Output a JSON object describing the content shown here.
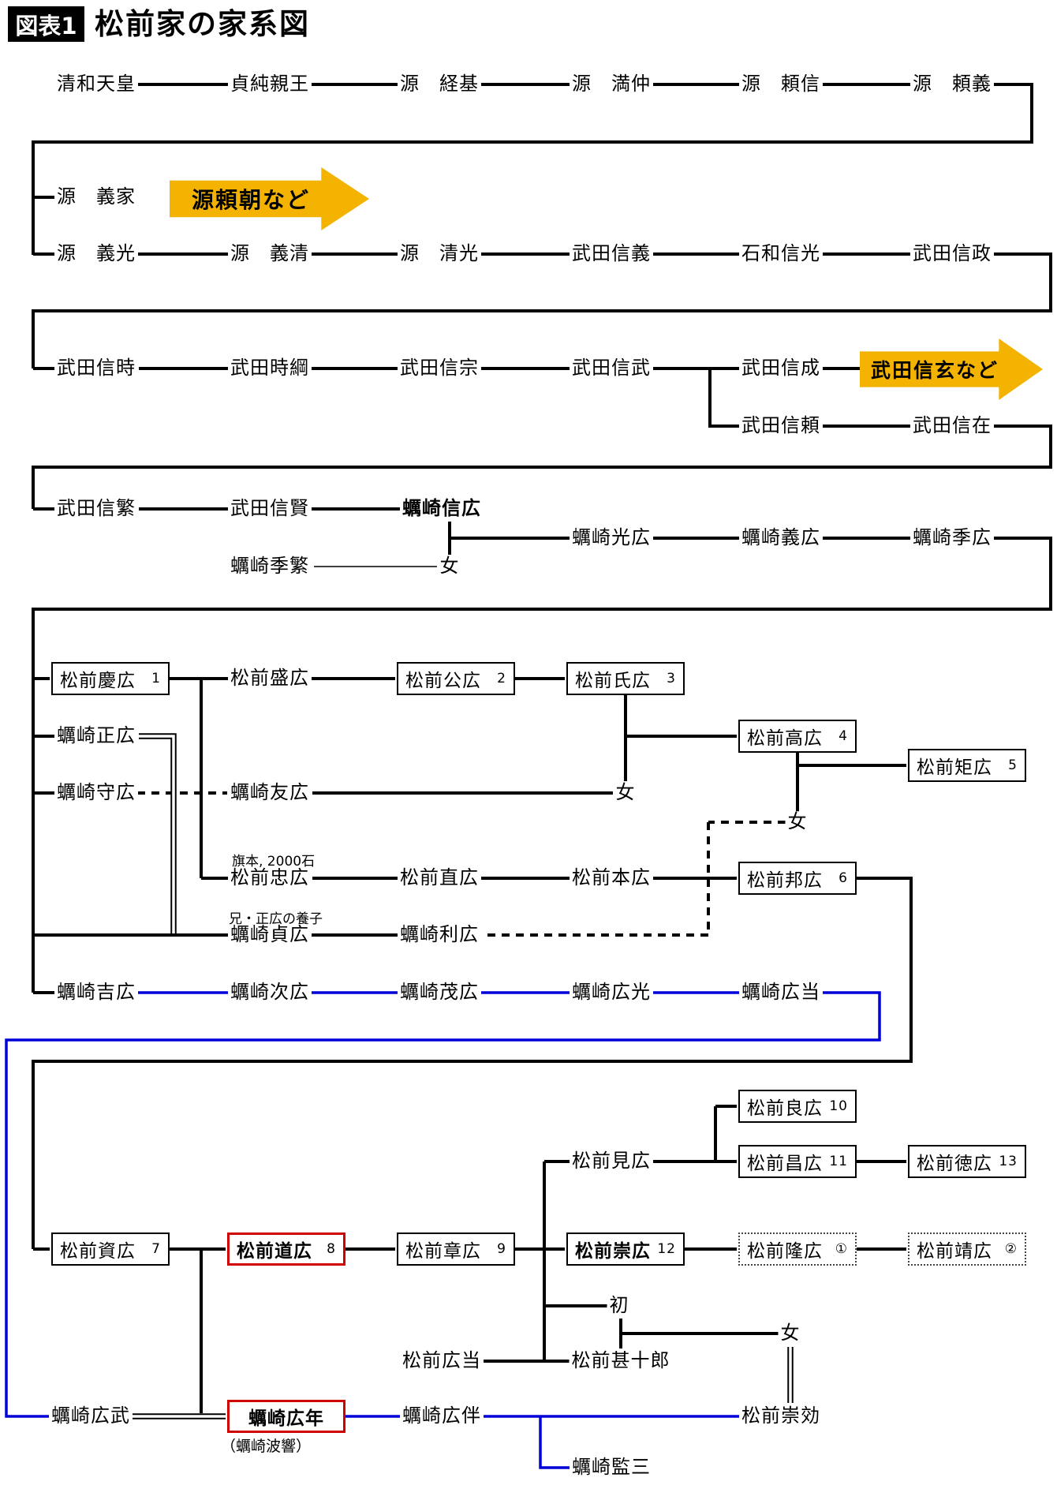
{
  "title": {
    "tag": "図表1",
    "text": "松前家の家系図"
  },
  "arrows": {
    "minamoto": "源頼朝など",
    "takeda": "武田信玄など"
  },
  "notes": {
    "hatamoto": "旗本, 2000石",
    "adoption": "兄・正広の養子",
    "hakyo": "（蠣崎波響）"
  },
  "people": {
    "seiwa": "清和天皇",
    "sadazumi": "貞純親王",
    "tsunemoto": "源　経基",
    "mitsunaka": "源　満仲",
    "yorinobu": "源　頼信",
    "yoriyoshi": "源　頼義",
    "yoshiie": "源　義家",
    "yoshimitsu": "源　義光",
    "yoshikiyo": "源　義清",
    "kiyomitsu": "源　清光",
    "nobuyoshi": "武田信義",
    "isawa": "石和信光",
    "nobumasa": "武田信政",
    "nobutoki": "武田信時",
    "tokitsuna": "武田時綱",
    "nobumune": "武田信宗",
    "nobutake": "武田信武",
    "nobunari": "武田信成",
    "nobuyori": "武田信頼",
    "nobuari": "武田信在",
    "nobushige": "武田信繁",
    "nobukata": "武田信賢",
    "nobuhiro": "蠣崎信広",
    "mitsuhiro": "蠣崎光広",
    "yoshihiro": "蠣崎義広",
    "suehiro": "蠣崎季広",
    "suetsugu": "蠣崎季繁",
    "onna1": "女",
    "morihiro": "松前盛広",
    "masahiro": "蠣崎正広",
    "morohiro": "蠣崎守広",
    "tomohiro": "蠣崎友広",
    "onna2": "女",
    "onna3": "女",
    "tadahiro": "松前忠広",
    "naohiro": "松前直広",
    "motohiro": "松前本広",
    "sadahiro": "蠣崎貞広",
    "toshihiro": "蠣崎利広",
    "kichihiro": "蠣崎吉広",
    "tsuguhiro": "蠣崎次広",
    "shigehiro": "蠣崎茂広",
    "hiromitsu": "蠣崎広光",
    "hiromasa_k": "蠣崎広当",
    "mihiro": "松前見広",
    "hatsu": "初",
    "onna4": "女",
    "hiromasa_m": "松前広当",
    "jinjuro": "松前甚十郎",
    "hirotake": "蠣崎広武",
    "hiroban": "蠣崎広伴",
    "takanori": "松前崇効",
    "kanzo": "蠣崎監三"
  },
  "lords": {
    "keihiro": {
      "name": "松前慶広",
      "num": "1"
    },
    "kinhiro": {
      "name": "松前公広",
      "num": "2"
    },
    "ujihiro": {
      "name": "松前氏広",
      "num": "3"
    },
    "takahiro": {
      "name": "松前高広",
      "num": "4"
    },
    "norihiro": {
      "name": "松前矩広",
      "num": "5"
    },
    "kunihiro": {
      "name": "松前邦広",
      "num": "6"
    },
    "sukehiro": {
      "name": "松前資広",
      "num": "7"
    },
    "michihiro": {
      "name": "松前道広",
      "num": "8"
    },
    "akihiro": {
      "name": "松前章広",
      "num": "9"
    },
    "yoshihiro10": {
      "name": "松前良広",
      "num": "10"
    },
    "masahiro11": {
      "name": "松前昌広",
      "num": "11"
    },
    "takahiro12": {
      "name": "松前崇広",
      "num": "12"
    },
    "norihiro13": {
      "name": "松前徳広",
      "num": "13"
    },
    "takahiro_m": {
      "name": "松前隆広",
      "num": "①"
    },
    "yasuhiro": {
      "name": "松前靖広",
      "num": "②"
    },
    "hironen": {
      "name": "蠣崎広年"
    }
  }
}
